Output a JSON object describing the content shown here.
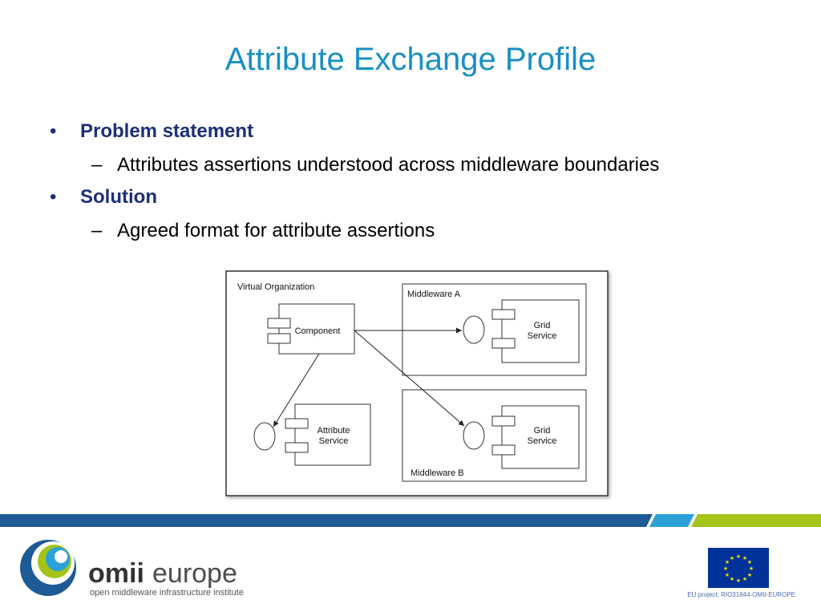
{
  "slide": {
    "title": "Attribute Exchange Profile",
    "bullets": [
      {
        "marker": "•",
        "text": "Problem statement",
        "sub": {
          "marker": "–",
          "text": "Attributes assertions understood across middleware boundaries"
        }
      },
      {
        "marker": "•",
        "text": "Solution",
        "sub": {
          "marker": "–",
          "text": "Agreed format for attribute assertions"
        }
      }
    ]
  },
  "diagram": {
    "outer_label": "Virtual Organization",
    "component_label": "Component",
    "attribute_service": {
      "line1": "Attribute",
      "line2": "Service"
    },
    "middleware_a": {
      "label": "Middleware A",
      "service_line1": "Grid",
      "service_line2": "Service"
    },
    "middleware_b": {
      "label": "Middleware B",
      "service_line1": "Grid",
      "service_line2": "Service"
    }
  },
  "footer": {
    "logo_word_bold": "omii",
    "logo_word_light": "europe",
    "logo_tagline": "open middleware infrastructure institute",
    "eu_caption": "EU project: RIO31844-OMII-EUROPE"
  },
  "colors": {
    "title": "#1a8ec6",
    "bullet": "#1c2f7a",
    "band_dark": "#1e5a96",
    "band_light": "#2aa2d8",
    "band_green": "#a5c419",
    "eu_blue": "#003399",
    "eu_star": "#ffdd00"
  }
}
